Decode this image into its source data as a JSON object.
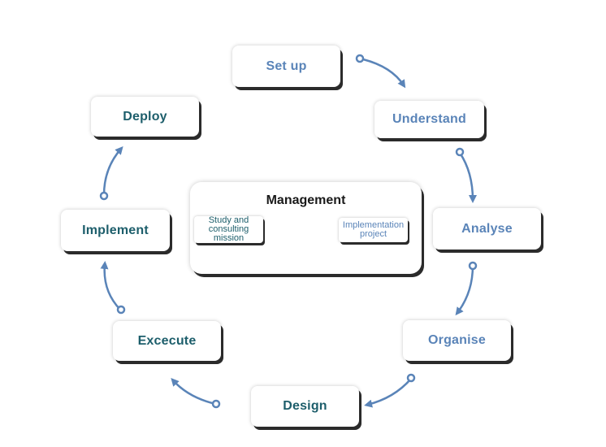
{
  "cycle": {
    "setup": "Set up",
    "understand": "Understand",
    "analyse": "Analyse",
    "organise": "Organise",
    "design": "Design",
    "execute": "Excecute",
    "implement": "Implement",
    "deploy": "Deploy"
  },
  "management": {
    "title": "Management",
    "study_line1": "Study and",
    "study_line2": "consulting",
    "study_line3": "mission",
    "impl_line1": "Implementation",
    "impl_line2": "project"
  },
  "colors": {
    "dark_label": "#1d5e6b",
    "light_label": "#5a84b8",
    "arrow": "#5a84b8",
    "shadow": "#2b2b2b"
  }
}
